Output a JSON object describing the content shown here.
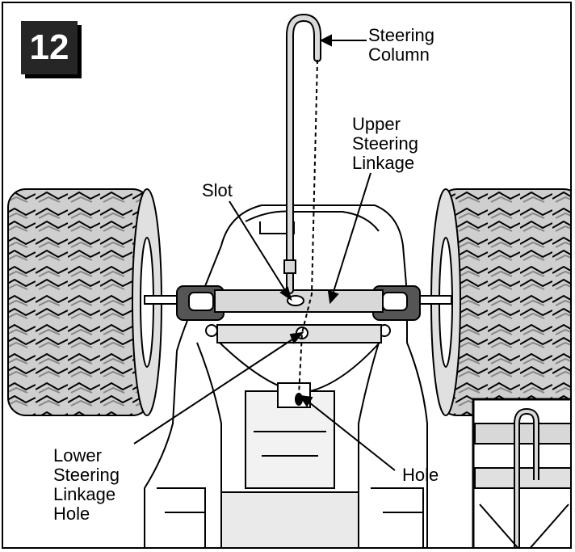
{
  "step": {
    "number": "12"
  },
  "labels": {
    "steering_column": [
      "Steering",
      "Column"
    ],
    "upper_linkage": [
      "Upper",
      "Steering",
      "Linkage"
    ],
    "slot": "Slot",
    "lower_linkage_hole": [
      "Lower",
      "Steering",
      "Linkage",
      "Hole"
    ],
    "hole": "Hole"
  },
  "colors": {
    "ink": "#000000",
    "tire": "#c8c8c8",
    "body": "#ffffff",
    "badge": "#262626",
    "bracket": "#555555"
  }
}
